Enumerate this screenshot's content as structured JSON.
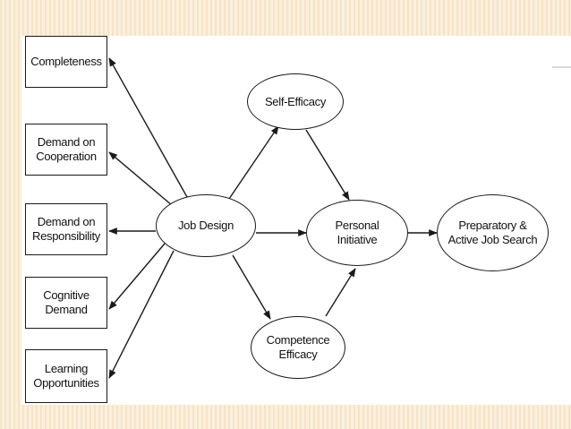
{
  "diagram": {
    "boxes": {
      "completeness": "Completeness",
      "cooperation": "Demand on\nCooperation",
      "responsibility": "Demand on\nResponsibility",
      "cognitive": "Cognitive\nDemand",
      "learning": "Learning\nOpportunities"
    },
    "nodes": {
      "job_design": "Job Design",
      "self_efficacy": "Self-Efficacy",
      "competence_efficacy": "Competence\nEfficacy",
      "personal_initiative": "Personal\nInitiative",
      "job_search": "Preparatory &\nActive Job Search"
    }
  }
}
